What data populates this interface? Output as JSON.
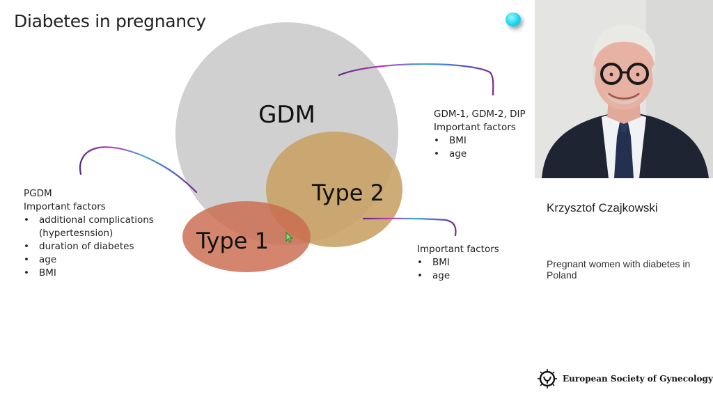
{
  "slide": {
    "title": "Diabetes in pregnancy",
    "venn": {
      "gdm_label": "GDM",
      "type2_label": "Type 2",
      "type1_label": "Type 1",
      "colors": {
        "gdm": "#d0d0d0",
        "type2": "#c8a063",
        "type1": "#c96a4e"
      }
    },
    "gdm_box": {
      "heading": "GDM-1, GDM-2, DIP",
      "subheading": "Important factors",
      "items": [
        "BMI",
        "age"
      ]
    },
    "pgdm_box": {
      "heading": "PGDM",
      "subheading": "Important factors",
      "items": [
        "additional complications",
        "(hypertesnsion)",
        "duration of diabetes",
        "age",
        "BMI"
      ]
    },
    "type2_box": {
      "subheading": "Important factors",
      "items": [
        "BMI",
        "age"
      ]
    }
  },
  "speaker": {
    "name": "Krzysztof Czajkowski",
    "topic": "Pregnant women with diabetes in Poland"
  },
  "organization": {
    "name": "European Society of Gynecology"
  }
}
